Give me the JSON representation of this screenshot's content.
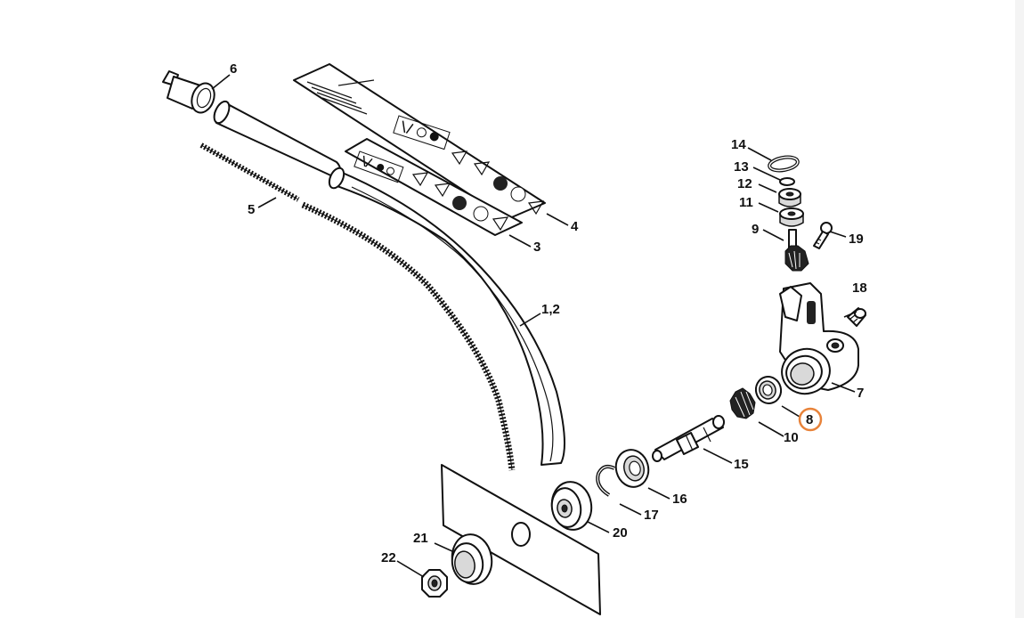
{
  "diagram": {
    "background_color": "#ffffff",
    "line_color": "#111111",
    "highlight_color": "#e8833a",
    "highlighted_part": "8",
    "labels": {
      "p1_2": "1,2",
      "p3": "3",
      "p4": "4",
      "p5": "5",
      "p6": "6",
      "p7": "7",
      "p8": "8",
      "p9": "9",
      "p10": "10",
      "p11": "11",
      "p12": "12",
      "p13": "13",
      "p14": "14",
      "p15": "15",
      "p16": "16",
      "p17": "17",
      "p18": "18",
      "p19": "19",
      "p20": "20",
      "p21": "21",
      "p22": "22"
    }
  }
}
